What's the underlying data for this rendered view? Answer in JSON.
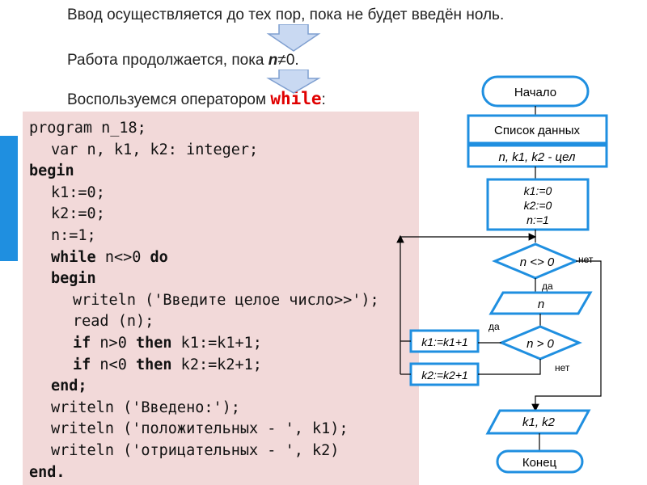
{
  "header": {
    "line1": "Ввод осуществляется до тех пор, пока не будет введён ноль.",
    "line2_prefix": "Работа продолжается, пока ",
    "line2_var": "n",
    "line2_op": "≠0.",
    "line3_prefix": "Воспользуемся оператором ",
    "line3_keyword": "while",
    "line3_suffix": ":"
  },
  "code": {
    "lines": [
      {
        "indent": 0,
        "parts": [
          {
            "t": "program n_18;"
          }
        ]
      },
      {
        "indent": 1,
        "parts": [
          {
            "t": "var n, k1, k2: integer;"
          }
        ]
      },
      {
        "indent": 0,
        "parts": [
          {
            "t": "begin",
            "b": true
          }
        ]
      },
      {
        "indent": 1,
        "parts": [
          {
            "t": "k1:=0;"
          }
        ]
      },
      {
        "indent": 1,
        "parts": [
          {
            "t": "k2:=0;"
          }
        ]
      },
      {
        "indent": 1,
        "parts": [
          {
            "t": "n:=1;"
          }
        ]
      },
      {
        "indent": 1,
        "parts": [
          {
            "t": "while",
            "b": true
          },
          {
            "t": " n<>0 "
          },
          {
            "t": "do",
            "b": true
          }
        ]
      },
      {
        "indent": 1,
        "parts": [
          {
            "t": "begin",
            "b": true
          }
        ]
      },
      {
        "indent": 2,
        "parts": [
          {
            "t": "writeln ('Введите целое число>>');"
          }
        ]
      },
      {
        "indent": 2,
        "parts": [
          {
            "t": "read (n);"
          }
        ]
      },
      {
        "indent": 2,
        "parts": [
          {
            "t": "if",
            "b": true
          },
          {
            "t": " n>0 "
          },
          {
            "t": "then",
            "b": true
          },
          {
            "t": " k1:=k1+1;"
          }
        ]
      },
      {
        "indent": 2,
        "parts": [
          {
            "t": "if",
            "b": true
          },
          {
            "t": " n<0 "
          },
          {
            "t": "then",
            "b": true
          },
          {
            "t": " k2:=k2+1;"
          }
        ]
      },
      {
        "indent": 1,
        "parts": [
          {
            "t": "end;",
            "b": true
          }
        ]
      },
      {
        "indent": 1,
        "parts": [
          {
            "t": "writeln ('Введено:');"
          }
        ]
      },
      {
        "indent": 1,
        "parts": [
          {
            "t": "writeln ('положительных - ', k1);"
          }
        ]
      },
      {
        "indent": 1,
        "parts": [
          {
            "t": "writeln ('отрицательных - ', k2)"
          }
        ]
      },
      {
        "indent": 0,
        "parts": [
          {
            "t": "end.",
            "b": true
          }
        ]
      }
    ]
  },
  "flowchart": {
    "start": "Начало",
    "data_list": "Список данных",
    "data_vars": "n, k1, k2 - цел",
    "init": [
      "k1:=0",
      "k2:=0",
      "n:=1"
    ],
    "cond1": "n <> 0",
    "cond1_no": "нет",
    "cond1_yes": "да",
    "input": "n",
    "cond2": "n > 0",
    "cond2_yes": "да",
    "cond2_no": "нет",
    "inc_k1": "k1:=k1+1",
    "inc_k2": "k2:=k2+1",
    "output": "k1, k2",
    "end": "Конец"
  },
  "colors": {
    "accent_blue": "#1f8fe0",
    "shape_border": "#1f8fe0",
    "arrow_fill": "#c9d9f2",
    "keyword_red": "#e00000",
    "code_bg": "#f2d9d9"
  }
}
